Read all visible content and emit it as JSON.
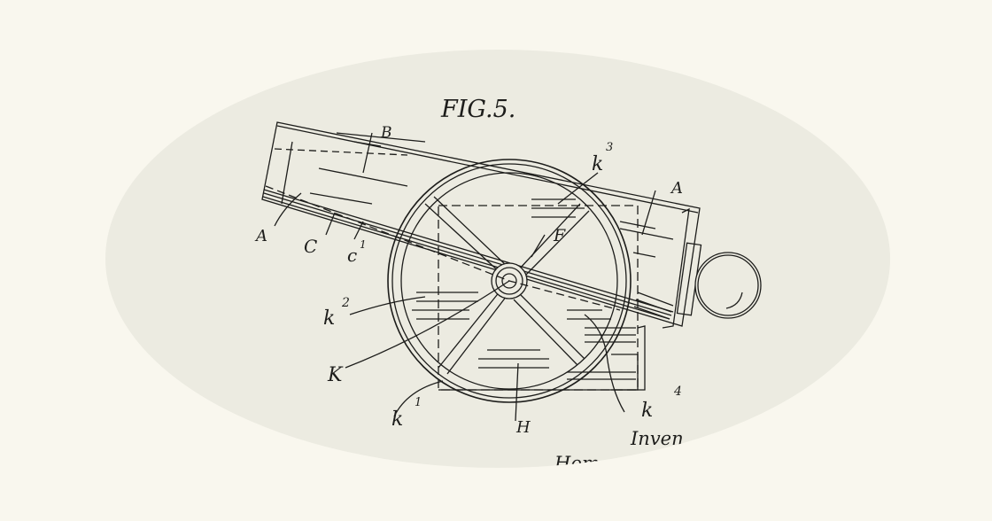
{
  "figure": {
    "title": "FIG.5.",
    "labels": {
      "B": "B",
      "A_right": "A",
      "A_left": "A",
      "C": "C",
      "c1": "c",
      "c1_sup": "1",
      "k3": "k",
      "k3_sup": "3",
      "F": "F",
      "k2": "k",
      "k2_sup": "2",
      "K": "K",
      "k1": "k",
      "k1_sup": "1",
      "H": "H",
      "k4": "k",
      "k4_sup": "4"
    },
    "signature": {
      "inventor": "Inven",
      "name": "Hom"
    }
  },
  "colors": {
    "page": "#f9f7ee",
    "oval": "#ecebe1",
    "ink": "#1d1d1b"
  }
}
